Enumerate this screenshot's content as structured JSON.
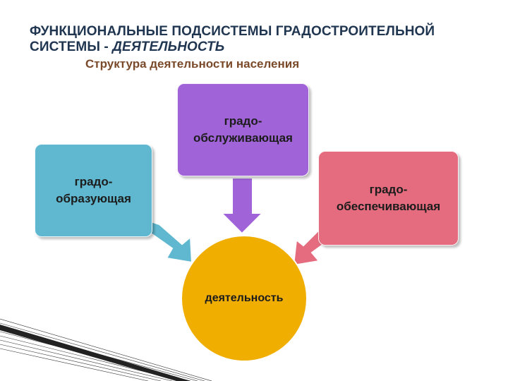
{
  "header": {
    "title_main": "ФУНКЦИОНАЛЬНЫЕ ПОДСИСТЕМЫ ГРАДОСТРОИТЕЛЬНОЙ СИСТЕМЫ",
    "title_sep": " - ",
    "title_italic": "ДЕЯТЕЛЬНОСТЬ",
    "subtitle": "Структура деятельности населения"
  },
  "diagram": {
    "nodes": {
      "left": {
        "line1": "градо-",
        "line2": "образующая"
      },
      "top": {
        "line1": "градо-",
        "line2": "обслуживающая"
      },
      "right": {
        "line1": "градо-",
        "line2": "обеспечивающая"
      },
      "center": {
        "label": "деятельность"
      }
    },
    "colors": {
      "left": "#5fb8cf",
      "top": "#a064d8",
      "right": "#e46c7e",
      "center": "#f0ae00"
    }
  }
}
